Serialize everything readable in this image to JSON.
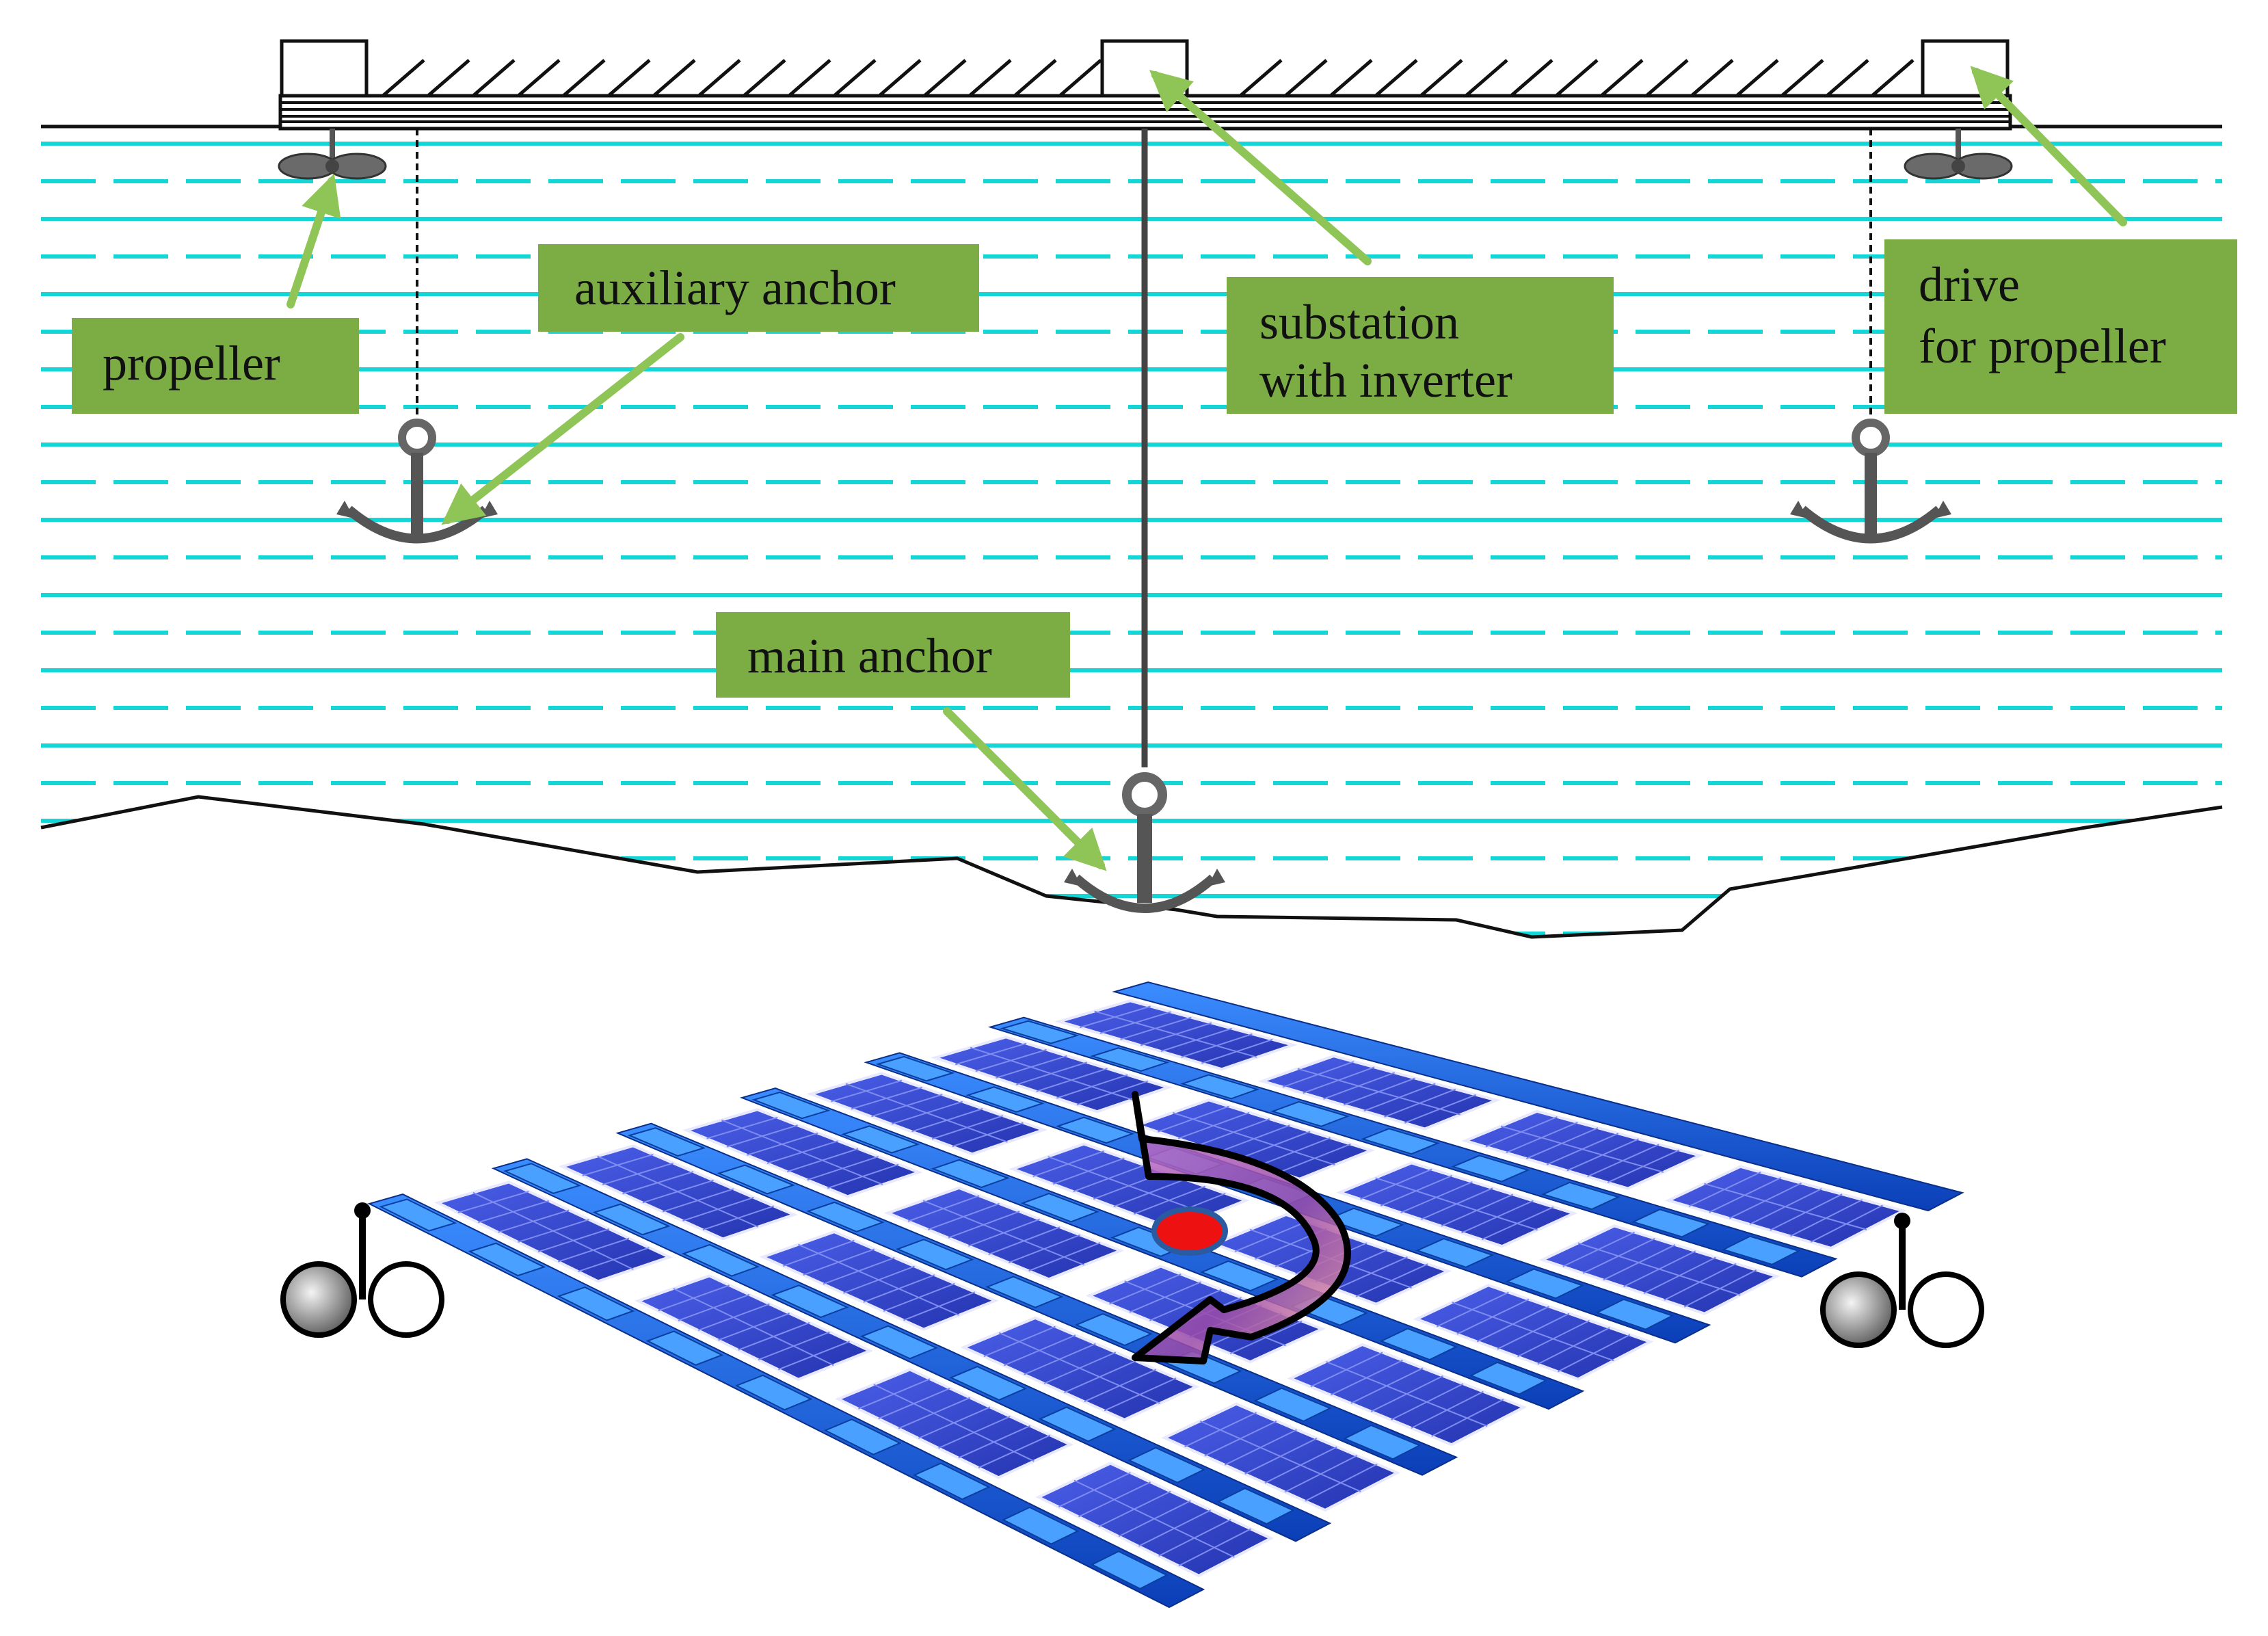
{
  "labels": {
    "propeller": "propeller",
    "auxiliary_anchor": "auxiliary anchor",
    "substation_line1": "substation",
    "substation_line2": "with inverter",
    "drive_line1": "drive",
    "drive_line2": "for propeller",
    "main_anchor": "main anchor"
  },
  "colors": {
    "water_line": "#14d6d6",
    "label_box": "#7cad45",
    "callout_arrow": "#8fc456",
    "panel_blue": "#3a4fd6",
    "float_blue": "#1e66e6",
    "rotation_arrow": "#b85cb8",
    "center_dot": "#ee1111",
    "metal_grey": "#555555"
  },
  "icons": [
    "propeller-icon",
    "anchor-icon",
    "rotation-arrow-icon",
    "propeller-drive-icon"
  ]
}
